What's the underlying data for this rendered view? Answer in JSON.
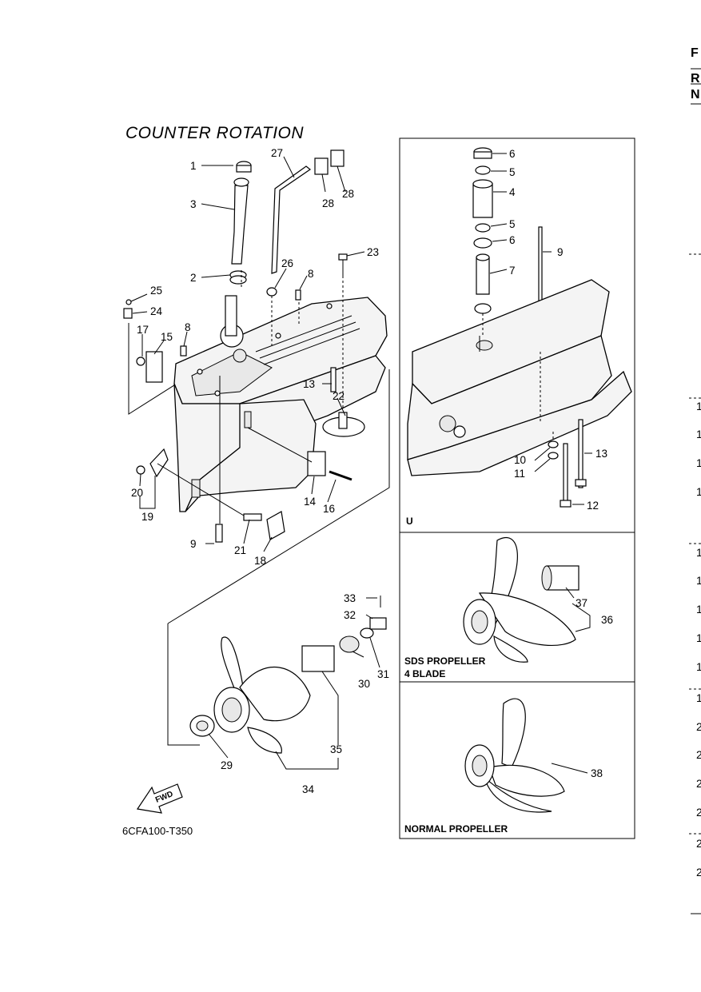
{
  "diagram": {
    "title": "COUNTER  ROTATION",
    "drawing_code": "6CFA100-T350",
    "fwd_marker": "FWD",
    "panels": {
      "upper_detail_label": "U",
      "sds_label_line1": "SDS PROPELLER",
      "sds_label_line2": "4 BLADE",
      "normal_label": "NORMAL PROPELLER"
    },
    "edge_text": {
      "top_letters": [
        "F",
        "R",
        "N"
      ],
      "right_numbers": [
        "1",
        "1",
        "1",
        "1",
        "1",
        "1",
        "1",
        "1",
        "1",
        "1",
        "2",
        "2",
        "2",
        "2",
        "2",
        "2"
      ]
    },
    "callouts": {
      "main": [
        "1",
        "3",
        "27",
        "28",
        "28",
        "23",
        "2",
        "26",
        "8",
        "25",
        "24",
        "17",
        "15",
        "8",
        "13",
        "22",
        "20",
        "19",
        "14",
        "16",
        "9",
        "21",
        "18",
        "33",
        "32",
        "31",
        "30",
        "35",
        "29",
        "34"
      ],
      "upper": [
        "6",
        "5",
        "4",
        "5",
        "6",
        "9",
        "7",
        "10",
        "11",
        "13",
        "12"
      ],
      "sds": [
        "37",
        "36"
      ],
      "normal": [
        "38"
      ]
    }
  }
}
